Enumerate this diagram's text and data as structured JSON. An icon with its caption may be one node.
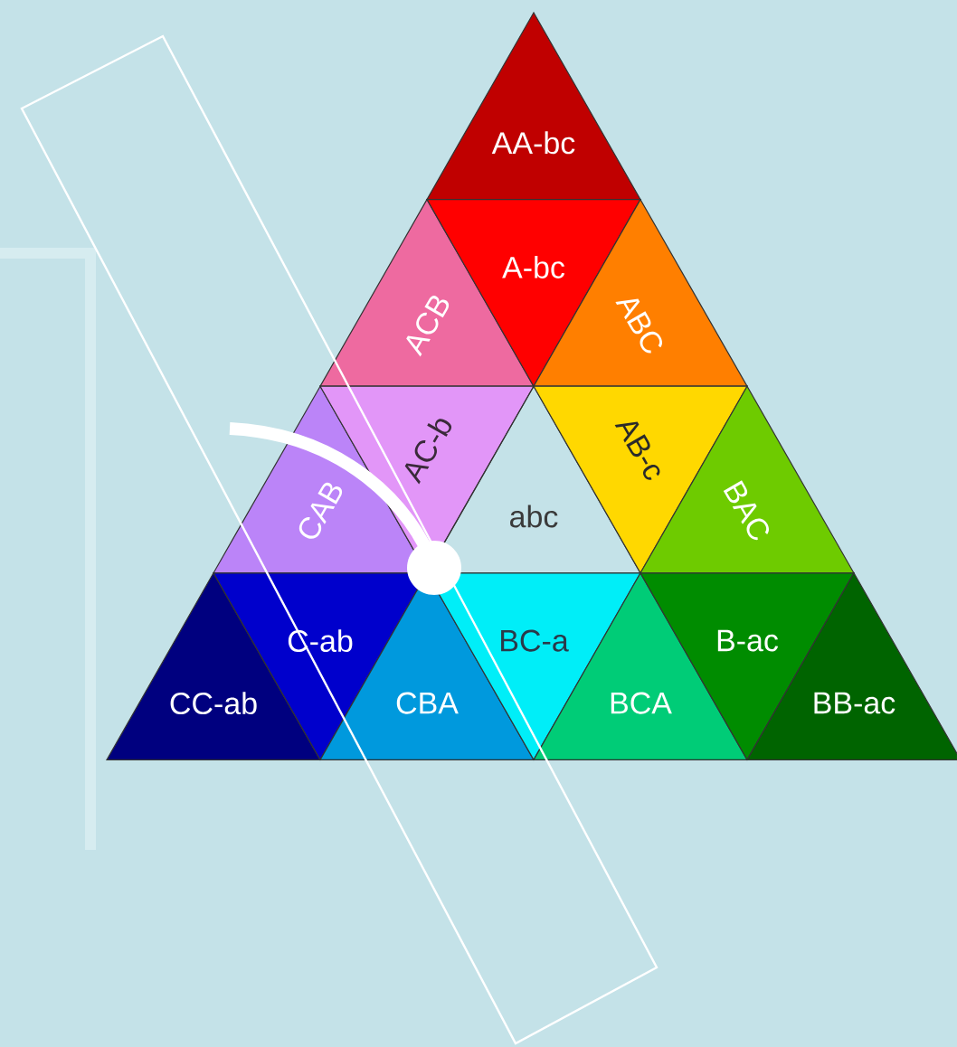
{
  "diagram": {
    "nodes": [
      {
        "text": [
          "AA-bc"
        ]
      },
      {
        "text": [
          "ACB"
        ]
      },
      {
        "text": [
          "A-bc"
        ]
      },
      {
        "text": [
          "ABC"
        ]
      },
      {
        "text": [
          "CAB"
        ]
      },
      {
        "text": [
          "AC-b"
        ]
      },
      {
        "text": [
          "abc"
        ]
      },
      {
        "text": [
          "AB-c"
        ]
      },
      {
        "text": [
          "BAC"
        ]
      },
      {
        "text": [
          "CC-ab"
        ]
      },
      {
        "text": [
          "C-ab"
        ]
      },
      {
        "text": [
          "CBA"
        ]
      },
      {
        "text": [
          "BC-a"
        ]
      },
      {
        "text": [
          "BCA"
        ]
      },
      {
        "text": [
          "B-ac"
        ]
      },
      {
        "text": [
          "BB-ac"
        ]
      }
    ]
  }
}
